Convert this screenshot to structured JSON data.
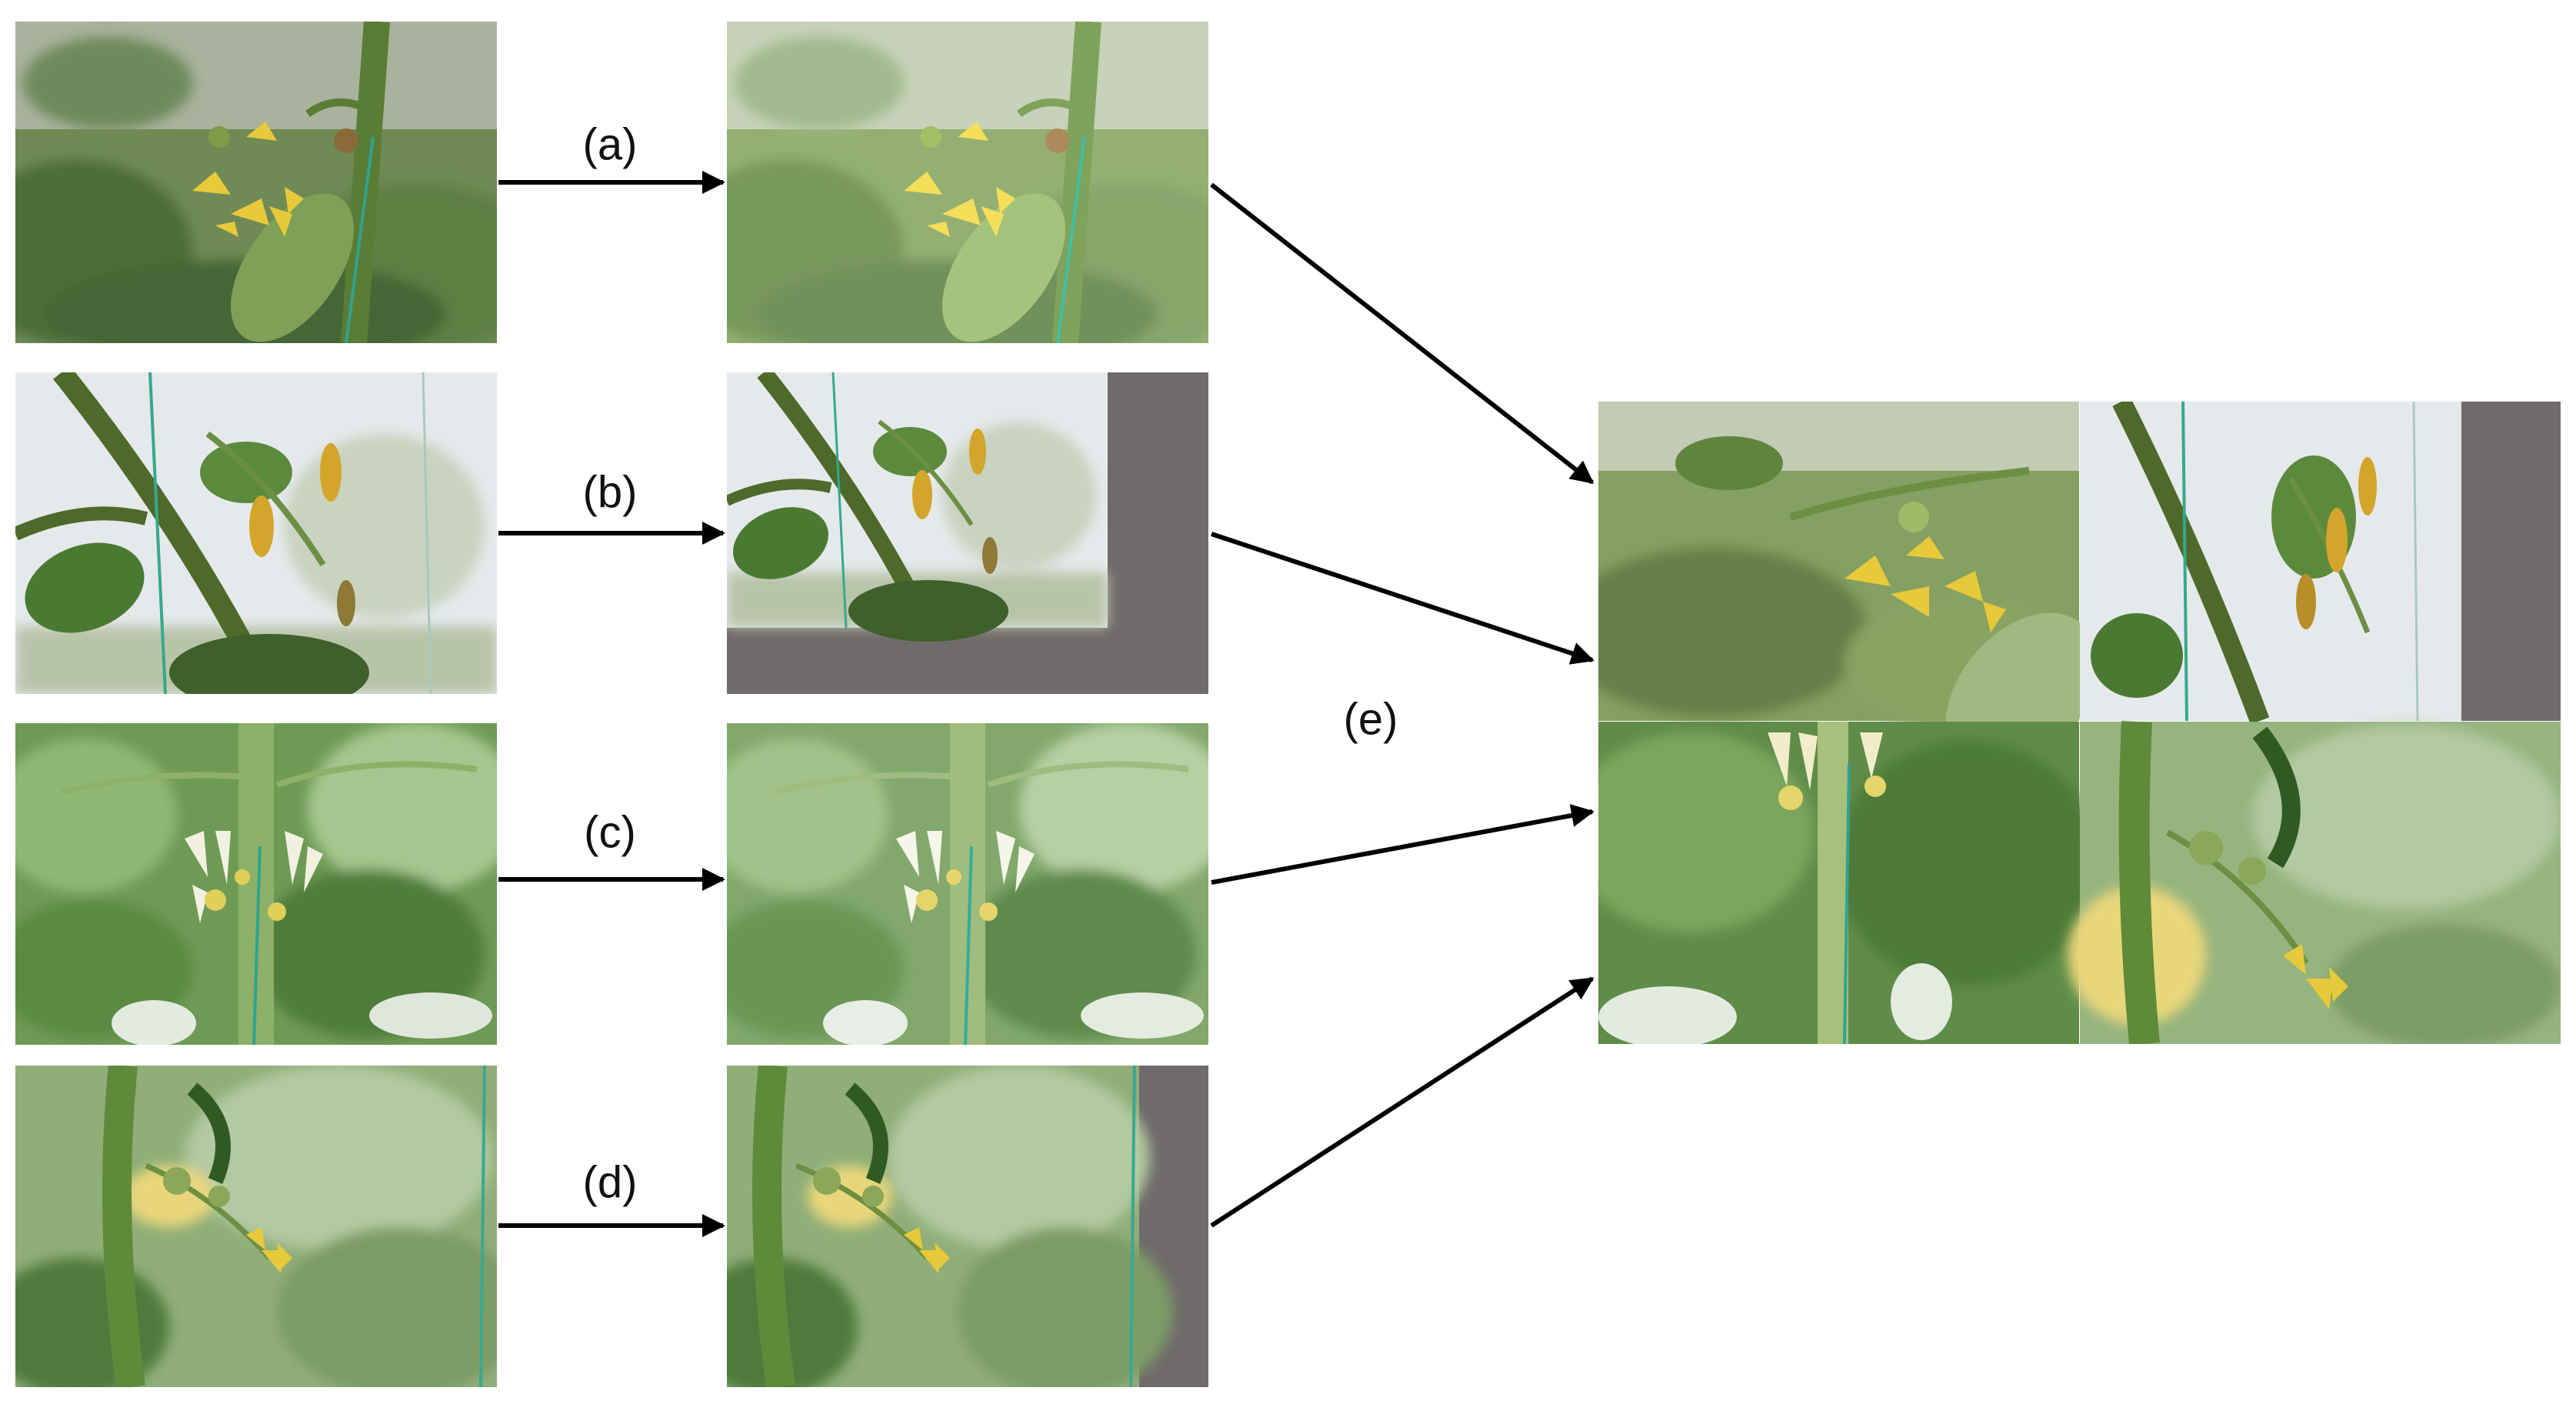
{
  "figure": {
    "labels": {
      "a": "(a)",
      "b": "(b)",
      "c": "(c)",
      "d": "(d)",
      "e": "(e)"
    },
    "colors": {
      "background": "#ffffff",
      "arrow": "#000000",
      "padding_fill": "#6f6a6b",
      "foliage_dark": "#3f6a2e",
      "foliage_light": "#9cc08a",
      "flower_yellow": "#e8c93a",
      "stem_green": "#6c8f43",
      "greenhouse_white": "#e9ecef"
    },
    "panels": {
      "a_input": "tomato-flower-cluster-photo",
      "a_output": "brightened-flower-photo",
      "b_input": "flower-buds-greenhouse-photo",
      "b_output": "scaled-and-padded-photo",
      "c_input": "white-flower-cluster-photo",
      "c_output": "color-adjusted-photo",
      "d_input": "flowers-and-small-fruit-photo",
      "d_output": "shifted-and-padded-photo",
      "e_output": "four-image-mosaic"
    }
  }
}
